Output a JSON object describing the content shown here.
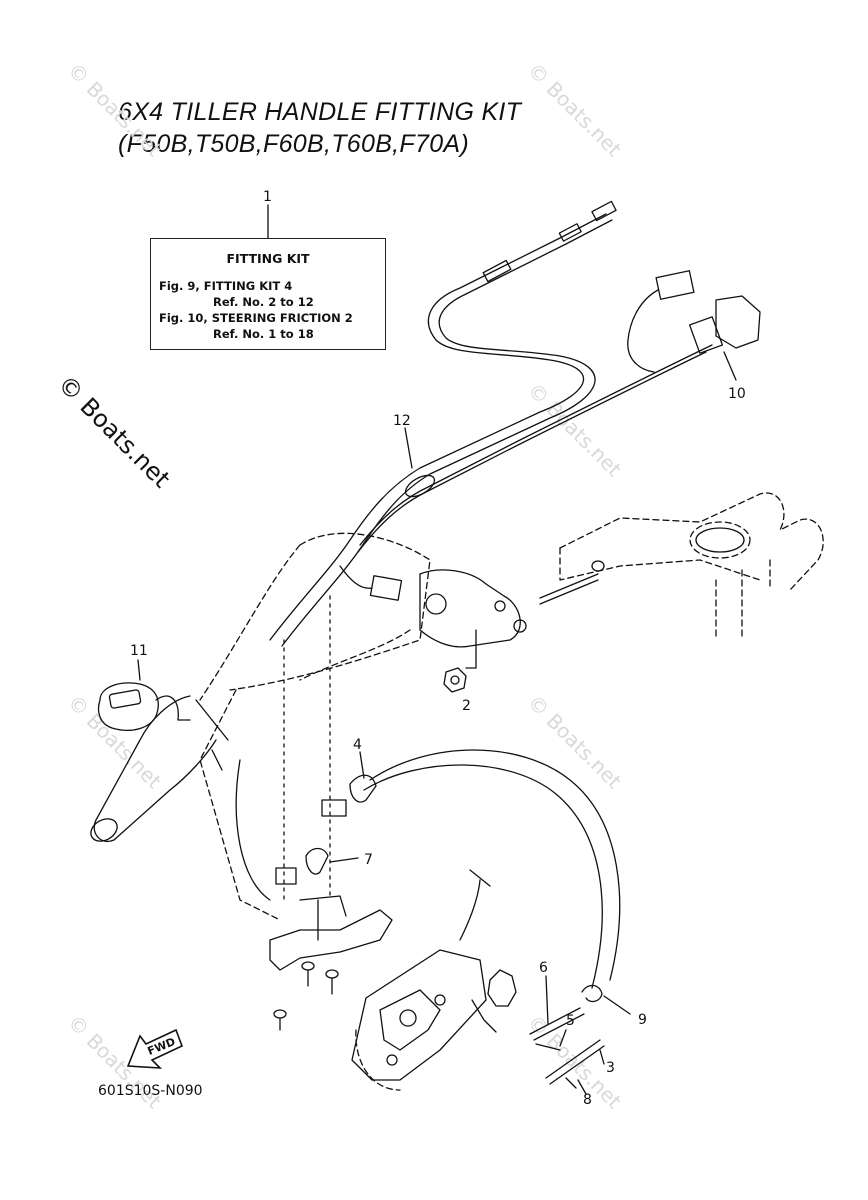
{
  "title": {
    "line1": "6X4 TILLER HANDLE FITTING KIT",
    "line2": "(F50B,T50B,F60B,T60B,F70A)"
  },
  "fitting_kit_box": {
    "heading": "FITTING KIT",
    "lines": [
      "Fig. 9, FITTING KIT 4",
      "Ref. No. 2 to 12",
      "Fig. 10, STEERING FRICTION 2",
      "Ref. No. 1 to 18"
    ]
  },
  "callouts": [
    "1",
    "2",
    "3",
    "4",
    "5",
    "6",
    "7",
    "8",
    "9",
    "10",
    "11",
    "12"
  ],
  "fwd_label": "FWD",
  "diagram_code": "601S10S-N090",
  "watermark": {
    "main": "© Boats.net",
    "faint": "© Boats.net"
  },
  "colors": {
    "line": "#111111",
    "watermark": "#d9d9d9"
  }
}
